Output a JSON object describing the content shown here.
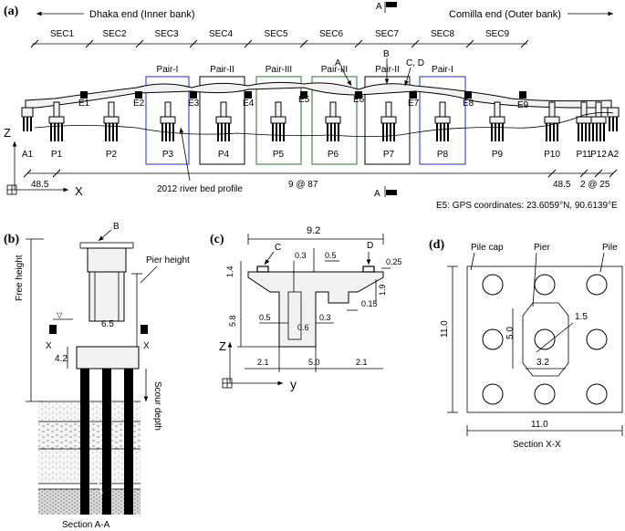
{
  "panel_a": {
    "label": "(a)",
    "dhaka_end": "Dhaka end (Inner bank)",
    "comilla_end": "Comilla end (Outer bank)",
    "section_marker_a": "A",
    "sections": [
      "SEC1",
      "SEC2",
      "SEC3",
      "SEC4",
      "SEC5",
      "SEC6",
      "SEC7",
      "SEC8",
      "SEC9"
    ],
    "pairs": [
      {
        "label": "Pair-I",
        "color": "#1f2bd6"
      },
      {
        "label": "Pair-II",
        "color": "#000000"
      },
      {
        "label": "Pair-III",
        "color": "#1e7a2e"
      },
      {
        "label": "Pair-III",
        "color": "#1e7a2e"
      },
      {
        "label": "Pair-II",
        "color": "#000000"
      },
      {
        "label": "Pair-I",
        "color": "#1f2bd6"
      }
    ],
    "markers": {
      "b": "B",
      "cd": "C, D",
      "a": "A"
    },
    "joints": [
      "E1",
      "E2",
      "E3",
      "E4",
      "E5",
      "E6",
      "E7",
      "E8",
      "E9"
    ],
    "piers": [
      "A1",
      "P1",
      "P2",
      "P3",
      "P4",
      "P5",
      "P6",
      "P7",
      "P8",
      "P9",
      "P10",
      "P11",
      "P12",
      "A2"
    ],
    "axis_z": "Z",
    "axis_x": "X",
    "dim_left": "48.5",
    "dim_mid": "9 @ 87",
    "dim_right": "48.5",
    "dim_end": "2 @ 25",
    "river_bed": "2012 river bed profile",
    "gps": "E5: GPS coordinates: 23.6059°N, 90.6139°E"
  },
  "panel_b": {
    "label": "(b)",
    "marker_b": "B",
    "pier_height": "Pier height",
    "free_height": "Free height",
    "dim_65": "6.5",
    "dim_42": "4.2",
    "scour_depth": "Scour depth",
    "x_left": "X",
    "x_right": "X",
    "caption": "Section A-A"
  },
  "panel_c": {
    "label": "(c)",
    "width_total": "9.2",
    "marker_c": "C",
    "marker_d": "D",
    "d_025": "0.25",
    "d_14": "1.4",
    "d_03a": "0.3",
    "d_05a": "0.5",
    "d_19": "1.9",
    "d_58": "5.8",
    "d_05b": "0.5",
    "d_03b": "0.3",
    "d_015": "0.15",
    "d_06": "0.6",
    "d_21a": "2.1",
    "d_50": "5.0",
    "d_21b": "2.1",
    "axis_z": "Z",
    "axis_y": "y"
  },
  "panel_d": {
    "label": "(d)",
    "pile_cap": "Pile cap",
    "pier": "Pier",
    "pile": "Pile",
    "d_50": "5.0",
    "d_15": "1.5",
    "d_32": "3.2",
    "d_110_v": "11.0",
    "d_110_h": "11.0",
    "caption": "Section X-X"
  }
}
